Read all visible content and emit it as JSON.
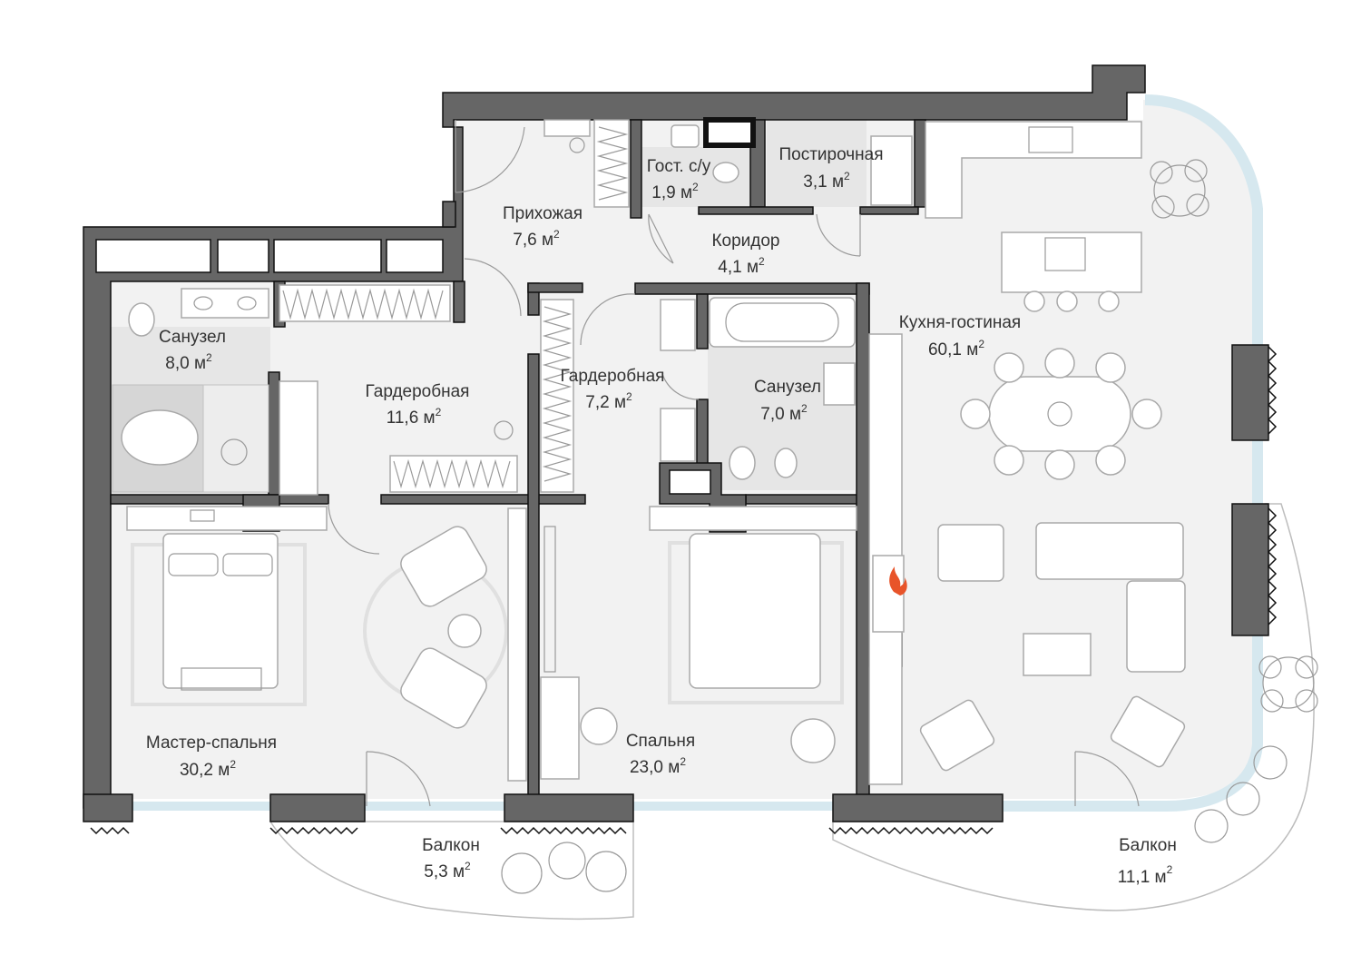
{
  "plan": {
    "colors": {
      "wall": "#666666",
      "wall_outline": "#111111",
      "floor": "#f2f2f2",
      "wet_floor": "#e6e6e6",
      "glass": "#d6e8ef",
      "balcony": "#ffffff",
      "fire": "#e8542a"
    },
    "rooms": [
      {
        "id": "hall",
        "name": "Прихожая",
        "area": "7,6 м",
        "sup": "2"
      },
      {
        "id": "guest-wc",
        "name": "Гост. с/у",
        "area": "1,9 м",
        "sup": "2"
      },
      {
        "id": "laundry",
        "name": "Постирочная",
        "area": "3,1 м",
        "sup": "2"
      },
      {
        "id": "corridor",
        "name": "Коридор",
        "area": "4,1 м",
        "sup": "2"
      },
      {
        "id": "kitchen-living",
        "name": "Кухня-гостиная",
        "area": "60,1 м",
        "sup": "2"
      },
      {
        "id": "bath-1",
        "name": "Санузел",
        "area": "8,0 м",
        "sup": "2"
      },
      {
        "id": "wardrobe-1",
        "name": "Гардеробная",
        "area": "11,6 м",
        "sup": "2"
      },
      {
        "id": "wardrobe-2",
        "name": "Гардеробная",
        "area": "7,2 м",
        "sup": "2"
      },
      {
        "id": "bath-2",
        "name": "Санузел",
        "area": "7,0 м",
        "sup": "2"
      },
      {
        "id": "master-bedroom",
        "name": "Мастер-спальня",
        "area": "30,2 м",
        "sup": "2"
      },
      {
        "id": "bedroom",
        "name": "Спальня",
        "area": "23,0 м",
        "sup": "2"
      },
      {
        "id": "balcony-1",
        "name": "Балкон",
        "area": "5,3 м",
        "sup": "2"
      },
      {
        "id": "balcony-2",
        "name": "Балкон",
        "area": "11,1 м",
        "sup": "2"
      }
    ],
    "icons": {
      "fireplace": "fire-icon",
      "plants": "plant-icon"
    }
  }
}
